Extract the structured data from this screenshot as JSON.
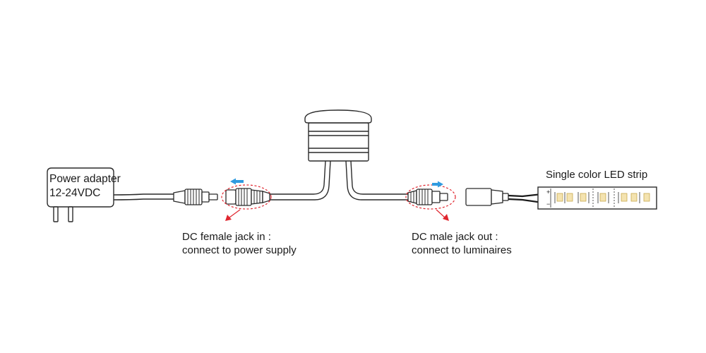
{
  "adapter": {
    "line1": "Power adapter",
    "line2": "12-24VDC"
  },
  "female_jack": {
    "line1": "DC female jack in :",
    "line2": "connect to power supply"
  },
  "male_jack": {
    "line1": "DC male jack out :",
    "line2": "connect to luminaires"
  },
  "led_strip": {
    "title": "Single color LED strip",
    "polarity_plus": "+",
    "polarity_minus": "−"
  },
  "colors": {
    "line": "#2a2a2a",
    "highlight_red": "#e0262f",
    "direction_blue": "#2f9be0",
    "led_yellow": "#f4e3b0"
  }
}
